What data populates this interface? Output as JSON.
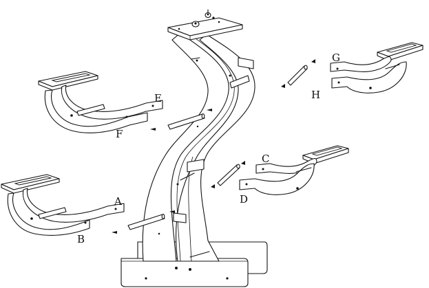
{
  "labels": {
    "a": "A",
    "b": "B",
    "c": "C",
    "d": "D",
    "e": "E",
    "f": "F",
    "g": "G",
    "h": "H"
  },
  "colors": {
    "line": "#111111",
    "background": "#ffffff"
  },
  "parts": [
    "base",
    "tower",
    "shelf-a-b",
    "shelf-c-d",
    "shelf-e-f",
    "shelf-g-h",
    "dowels",
    "screws"
  ]
}
